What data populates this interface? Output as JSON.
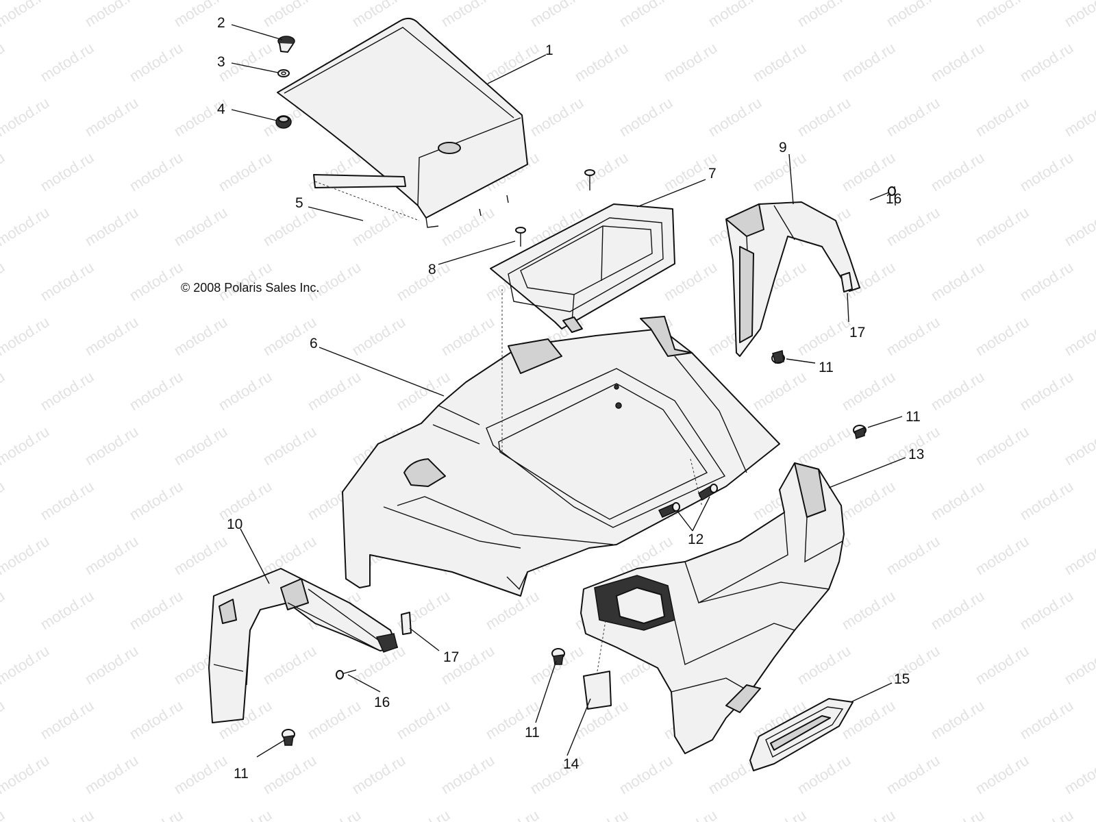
{
  "copyright": "© 2008 Polaris Sales Inc.",
  "watermark": "motod.ru",
  "callouts": [
    {
      "id": "1",
      "text": "1"
    },
    {
      "id": "2",
      "text": "2"
    },
    {
      "id": "3",
      "text": "3"
    },
    {
      "id": "4",
      "text": "4"
    },
    {
      "id": "5",
      "text": "5"
    },
    {
      "id": "6",
      "text": "6"
    },
    {
      "id": "7",
      "text": "7"
    },
    {
      "id": "8",
      "text": "8"
    },
    {
      "id": "9",
      "text": "9"
    },
    {
      "id": "10",
      "text": "10"
    },
    {
      "id": "11a",
      "text": "11"
    },
    {
      "id": "11b",
      "text": "11"
    },
    {
      "id": "11c",
      "text": "11"
    },
    {
      "id": "11d",
      "text": "11"
    },
    {
      "id": "12",
      "text": "12"
    },
    {
      "id": "13",
      "text": "13"
    },
    {
      "id": "14",
      "text": "14"
    },
    {
      "id": "15",
      "text": "15"
    },
    {
      "id": "16a",
      "text": "16"
    },
    {
      "id": "16b",
      "text": "16"
    },
    {
      "id": "17a",
      "text": "17"
    },
    {
      "id": "17b",
      "text": "17"
    }
  ]
}
